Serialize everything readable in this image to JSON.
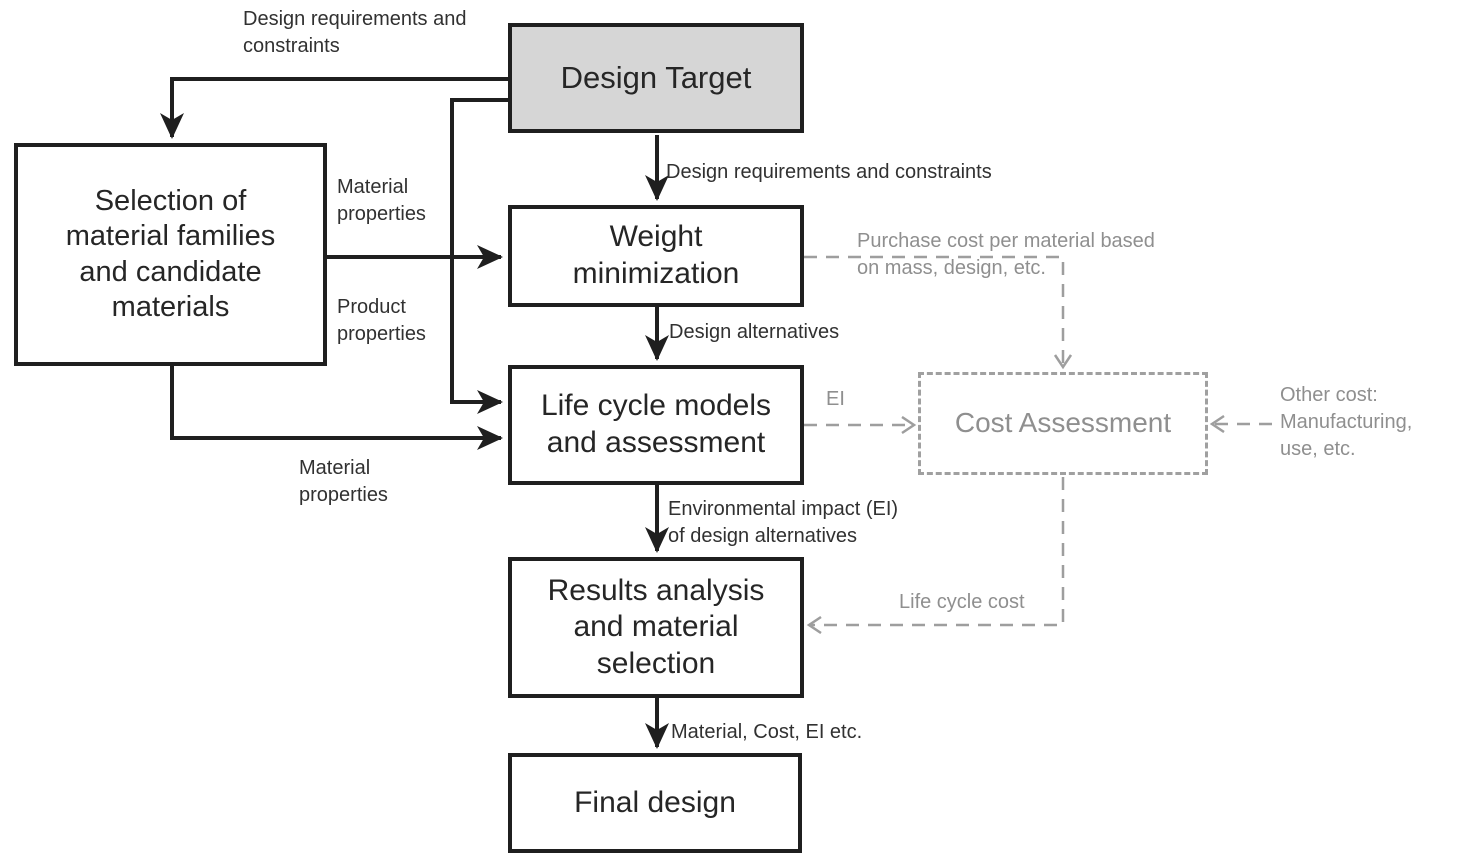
{
  "diagram": {
    "title": "Material selection and design process flowchart",
    "colors": {
      "background": "#ffffff",
      "box_border": "#1f1f1f",
      "box_fill_gray": "#d6d6d6",
      "dashed_gray": "#9e9e9e",
      "gray_text": "#8f8f8f",
      "black_text": "#262626"
    },
    "nodes": {
      "design_target": "Design Target",
      "selection": "Selection of\nmaterial families\nand candidate\nmaterials",
      "weight": "Weight\nminimization",
      "lifecycle": "Life cycle models\nand assessment",
      "cost": "Cost Assessment",
      "results": "Results analysis\nand material\nselection",
      "final": "Final design"
    },
    "labels": {
      "requirements_top": "Design requirements and\nconstraints",
      "requirements_mid": "Design requirements and constraints",
      "material_properties_upper": "Material\nproperties",
      "product_properties": "Product\nproperties",
      "design_alternatives": "Design alternatives",
      "material_properties_lower": "Material\nproperties",
      "purchase_cost": "Purchase cost per material based\non mass, design, etc.",
      "ei": "EI",
      "other_cost": "Other cost:\nManufacturing,\nuse, etc.",
      "environmental_impact": "Environmental impact (EI)\nof design alternatives",
      "life_cycle_cost": "Life cycle cost",
      "material_cost_ei": "Material, Cost, EI etc."
    }
  }
}
